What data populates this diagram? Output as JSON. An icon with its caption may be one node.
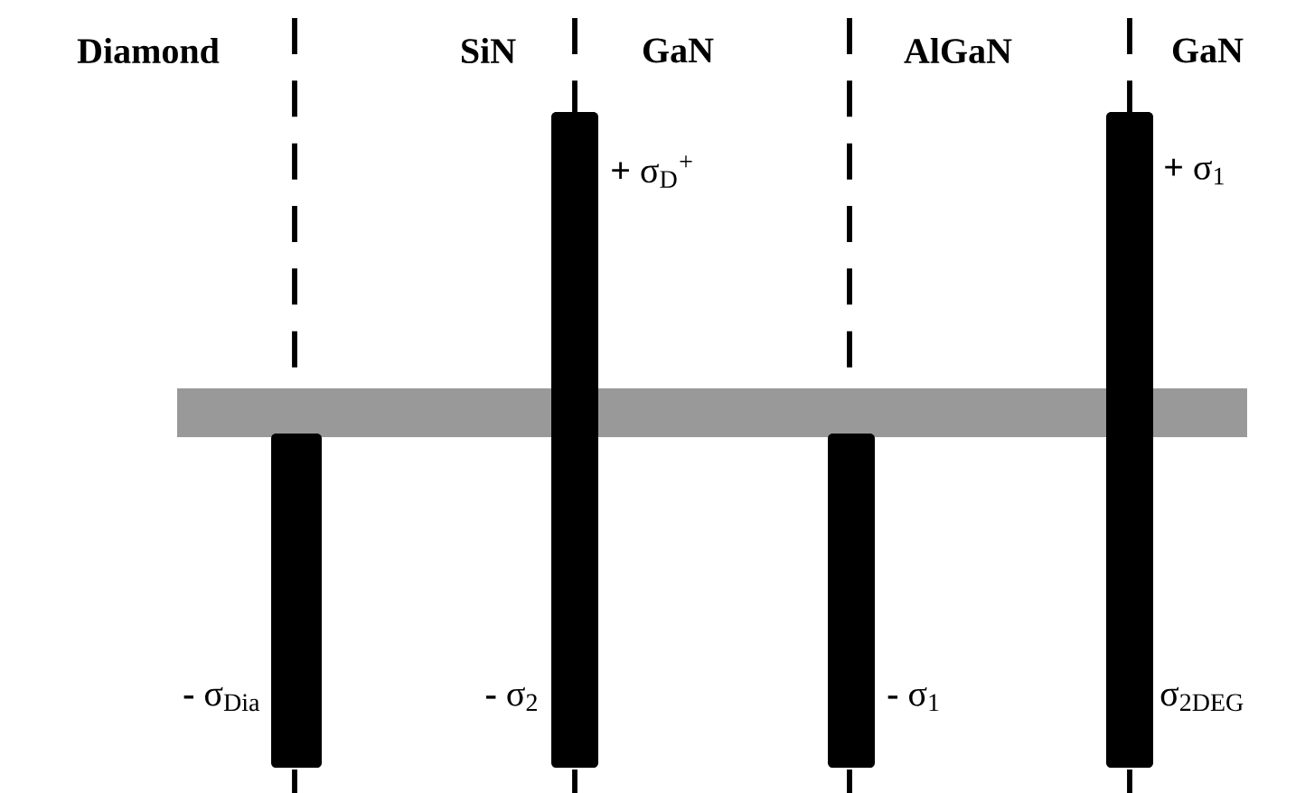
{
  "diagram": {
    "labels": [
      "Diamond",
      "SiN",
      "GaN",
      "AlGaN",
      "GaN",
      "**+** σ$_{D}$$^{+}$",
      "**+** σ$_{1}$",
      "**-** σ$_{Dia}$",
      "**-** σ$_{2}$",
      "**-** σ$_{1}$",
      "σ$_{2DEG}$"
    ]
  }
}
